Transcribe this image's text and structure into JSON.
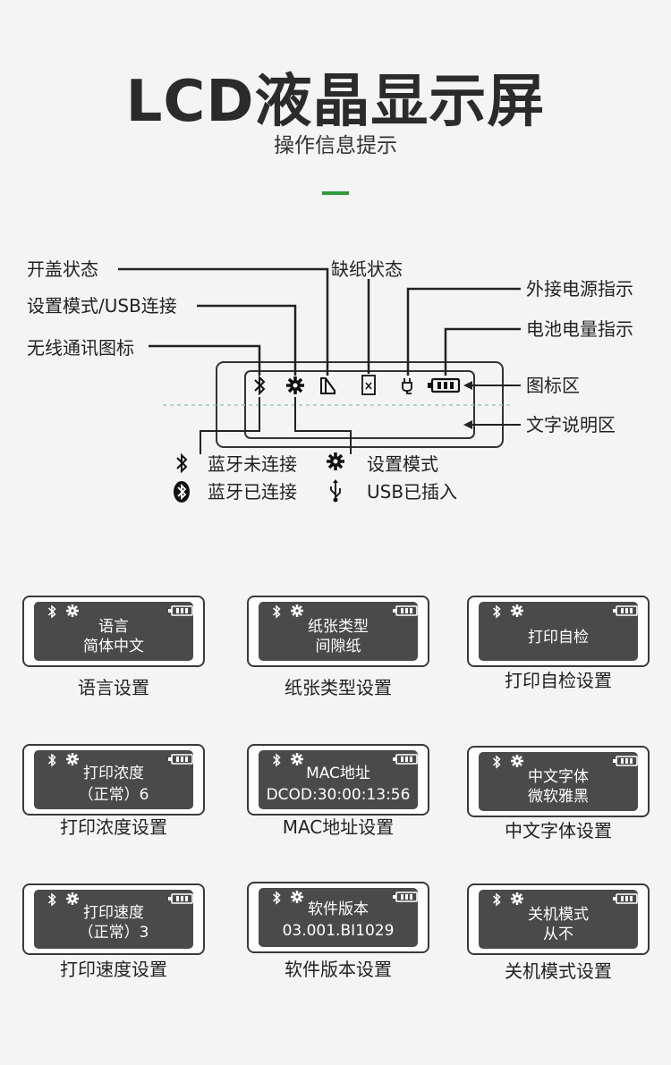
{
  "header": {
    "title": "LCD液晶显示屏",
    "subtitle": "操作信息提示"
  },
  "diagram": {
    "labels": {
      "cover": "开盖状态",
      "setting_usb": "设置模式/USB连接",
      "wireless": "无线通讯图标",
      "paper_out": "缺纸状态",
      "external_power": "外接电源指示",
      "battery": "电池电量指示",
      "icon_area": "图标区",
      "text_area": "文字说明区"
    },
    "legend": {
      "bt_disconnected": "蓝牙未连接",
      "bt_connected": "蓝牙已连接",
      "setting_mode": "设置模式",
      "usb_inserted": "USB已插入"
    }
  },
  "screens": [
    {
      "lines": [
        "语言",
        "简体中文"
      ],
      "caption": "语言设置"
    },
    {
      "lines": [
        "纸张类型",
        "间隙纸"
      ],
      "caption": "纸张类型设置"
    },
    {
      "lines": [
        "打印自检"
      ],
      "caption": "打印自检设置"
    },
    {
      "lines": [
        "打印浓度",
        "（正常）6"
      ],
      "caption": "打印浓度设置"
    },
    {
      "lines": [
        "MAC地址",
        "DCOD:30:00:13:56"
      ],
      "caption": "MAC地址设置"
    },
    {
      "lines": [
        "中文字体",
        "微软雅黑"
      ],
      "caption": "中文字体设置"
    },
    {
      "lines": [
        "打印速度",
        "（正常）3"
      ],
      "caption": "打印速度设置"
    },
    {
      "lines": [
        "软件版本",
        "03.001.BI1029"
      ],
      "caption": "软件版本设置"
    },
    {
      "lines": [
        "关机模式",
        "从不"
      ],
      "caption": "关机模式设置"
    }
  ],
  "icons": {
    "bluetooth": "bluetooth-icon",
    "bluetooth_connected": "bluetooth-connected-icon",
    "gear": "gear-icon",
    "usb": "usb-icon",
    "cover_open": "cover-open-icon",
    "paper_out": "paper-out-icon",
    "power_plug": "power-plug-icon",
    "battery": "battery-icon"
  },
  "colors": {
    "accent": "#2f9a3e",
    "screen": "#4a4a4a",
    "line": "#222222"
  }
}
